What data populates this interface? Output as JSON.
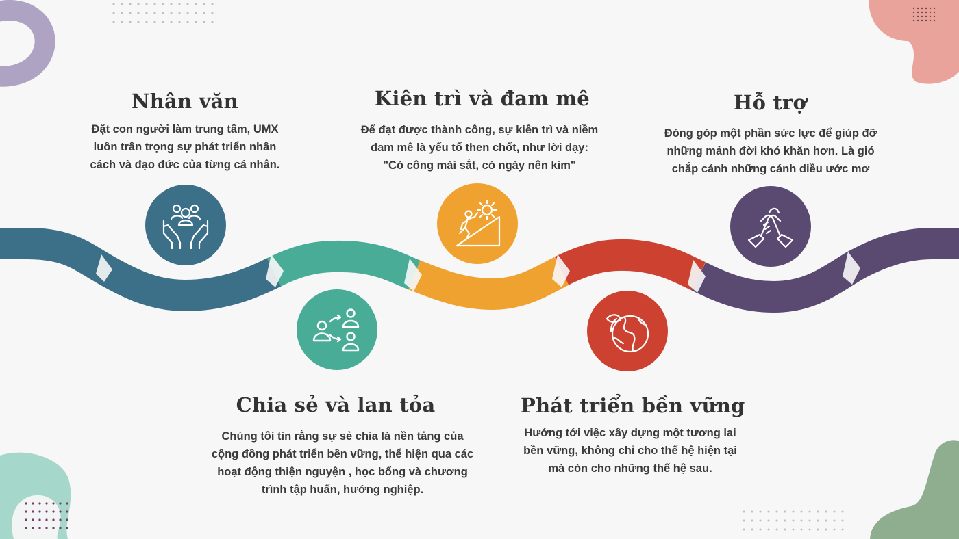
{
  "colors": {
    "background": "#f7f7f7",
    "blue": "#3b7088",
    "teal": "#49ac97",
    "orange": "#f0a231",
    "red": "#cd4131",
    "purple": "#5a4a72",
    "text": "#333333"
  },
  "items": [
    {
      "title": "Nhân văn",
      "lines": [
        "Đặt con người làm trung tâm, UMX",
        "luôn trân trọng sự phát triển nhân",
        "cách và đạo đức của từng cá nhân."
      ],
      "icon": "people-hands-icon"
    },
    {
      "title": "Chia sẻ và lan tỏa",
      "lines": [
        "Chúng tôi tin rằng sự sẻ chia là nền tảng của",
        "cộng đồng phát triển bền vững, thể hiện qua các",
        "hoạt động thiện nguyện , học bổng và chương",
        "trình tập huấn, hướng nghiệp."
      ],
      "icon": "share-people-icon"
    },
    {
      "title": "Kiên trì và đam mê",
      "lines": [
        "Để đạt được thành công, sự kiên trì và niềm",
        "đam mê là yếu tố then chốt, như lời dạy:",
        "\"Có công mài sắt, có ngày nên kim\""
      ],
      "icon": "climb-gear-icon"
    },
    {
      "title": "Phát triển bền vững",
      "lines": [
        "Hướng tới việc xây dựng một tương lai",
        "bền vững, không chỉ cho thế hệ hiện tại",
        "mà còn cho những thế hệ sau."
      ],
      "icon": "earth-leaf-icon"
    },
    {
      "title": "Hỗ trợ",
      "lines": [
        "Đóng góp một phần sức lực để giúp đỡ",
        "những mảnh đời khó khăn hơn. Là gió",
        "chắp cánh những cánh diều ước mơ"
      ],
      "icon": "handshake-icon"
    }
  ]
}
